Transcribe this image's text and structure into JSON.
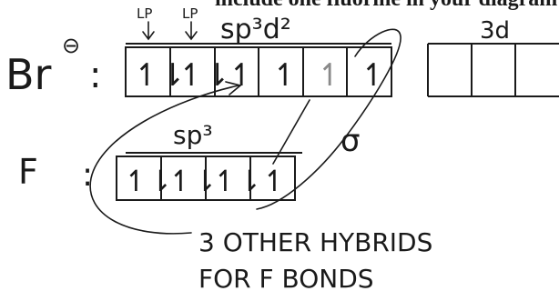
{
  "header_fragment": "include one fluorine in your diagram for clar",
  "br_row": {
    "atom": "Br",
    "charge": "⊖",
    "colon": ":",
    "annotations": {
      "lp1": "LP",
      "lp2": "LP",
      "hybrid": "sp³d²"
    },
    "orbitals": [
      "↿⇂",
      "↿⇂",
      "↿",
      "↿",
      "↿",
      "↿"
    ],
    "faint_orbital_index": 4
  },
  "d_row": {
    "label": "3d",
    "orbitals": [
      "",
      "",
      ""
    ]
  },
  "f_row": {
    "atom": "F",
    "colon": ":",
    "hybrid": "sp³",
    "orbitals": [
      "↿⇂",
      "↿⇂",
      "↿⇂",
      "↿"
    ]
  },
  "sigma_label": "σ",
  "notes": [
    "3 OTHER HYBRIDS",
    "FOR F BONDS"
  ]
}
